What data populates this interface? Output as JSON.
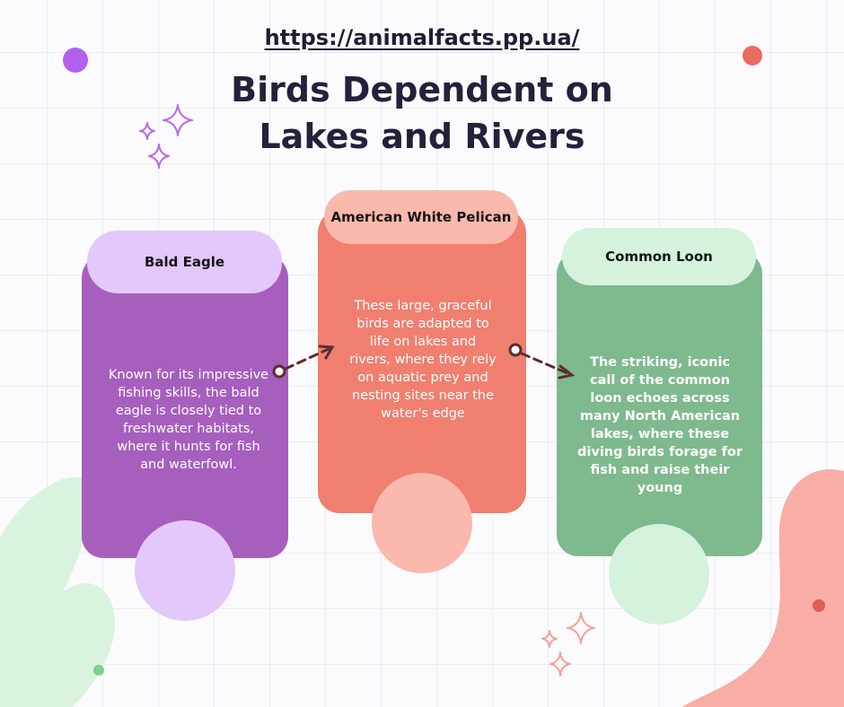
{
  "header": {
    "url": "https://animalfacts.pp.ua/",
    "title_line1": "Birds Dependent on",
    "title_line2": "Lakes and Rivers"
  },
  "cards": [
    {
      "title": "Bald Eagle",
      "text": "Known for its impressive fishing skills, the bald eagle is closely tied to freshwater habitats, where it hunts for fish and waterfowl.",
      "color": "#a65fbd",
      "pill_color": "#e3c8fb",
      "circle_color": "#e3c8fb"
    },
    {
      "title": "American White Pelican",
      "text": "These large, graceful birds are adapted to life on lakes and rivers, where they rely on aquatic prey and nesting sites near the water's edge",
      "color": "#f07f6f",
      "pill_color": "#fbb8ad",
      "circle_color": "#fbb8ad"
    },
    {
      "title": "Common Loon",
      "text": "The striking, iconic call of the common loon echoes across many North American lakes, where these diving birds forage for fish and raise their young",
      "color": "#7fb98e",
      "pill_color": "#d4f2dc",
      "circle_color": "#d4f2dc"
    }
  ],
  "decor": {
    "purple_dot": "#b260ee",
    "coral_dot": "#ea6b60",
    "sparkle_purple": "#b96ae4",
    "sparkle_coral": "#f3a29a",
    "blob_green": "#d9f3df",
    "blob_pink": "#f8aea6",
    "arrow_color": "#5a2e2f"
  }
}
